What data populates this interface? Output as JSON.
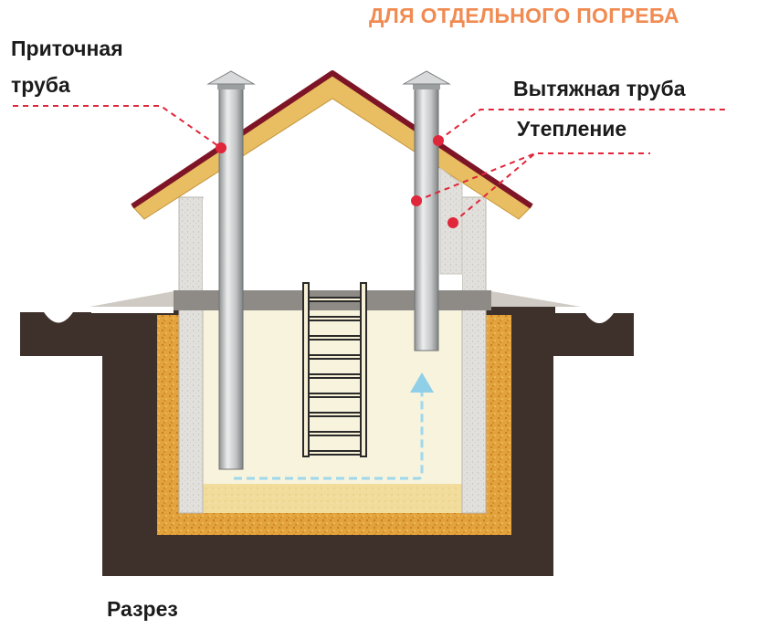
{
  "heading": "ДЛЯ ОТДЕЛЬНОГО ПОГРЕБА",
  "labels": {
    "supply_line1": "Приточная",
    "supply_line2": "труба",
    "exhaust": "Вытяжная труба",
    "insulation": "Утепление",
    "section": "Разрез"
  },
  "colors": {
    "heading": "#f08b52",
    "leader": "#e0263a",
    "soil": "#3e302b",
    "insulation": "#e3a33c",
    "wall": "#e2e0dc",
    "roof": "#e9bd62",
    "roof_edge": "#7e1526",
    "pipe": "#c9cbcc",
    "interior": "#f7f3dd",
    "floor": "#f2dc9b",
    "airflow": "#9ed8ec"
  },
  "icons": [
    "ladder",
    "airflow-arrow",
    "pipe-cap"
  ]
}
